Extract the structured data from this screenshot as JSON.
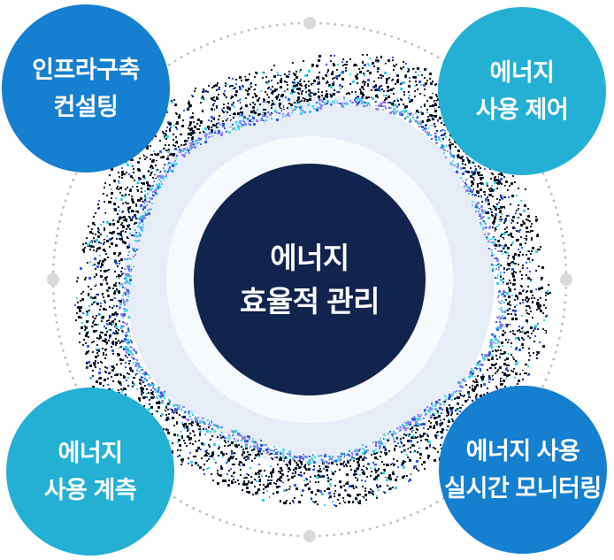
{
  "background_color": "#ffffff",
  "diagram": {
    "center_circle": {
      "line1": "에너지",
      "line2": "효율적 관리",
      "color": "#10244e",
      "inner_ring_color": "#f7fafd",
      "outer_ring_color": "#e7edf6"
    },
    "orbit": {
      "dash_color": "#bcbcbc",
      "node_color": "#d9d9d9"
    },
    "noise_ring": {
      "base_colors": [
        "#0c1322",
        "#ffffff",
        "#2e5ae8",
        "#37cfe6"
      ],
      "accent_colors": [
        "#37cfe6",
        "#2e5ae8",
        "#7b8ef2",
        "#9a7cf0",
        "#ffffff",
        "#5adbea"
      ]
    },
    "satellites": [
      {
        "position": "top-left",
        "line1": "인프라구축",
        "line2": "컨설팅",
        "color": "#157fd0"
      },
      {
        "position": "top-right",
        "line1": "에너지",
        "line2": "사용 제어",
        "color": "#24b0d4"
      },
      {
        "position": "bottom-left",
        "line1": "에너지",
        "line2": "사용 계측",
        "color": "#24b0d4"
      },
      {
        "position": "bottom-right",
        "line1": "에너지 사용",
        "line2": "실시간 모니터링",
        "color": "#157fd0"
      }
    ]
  }
}
